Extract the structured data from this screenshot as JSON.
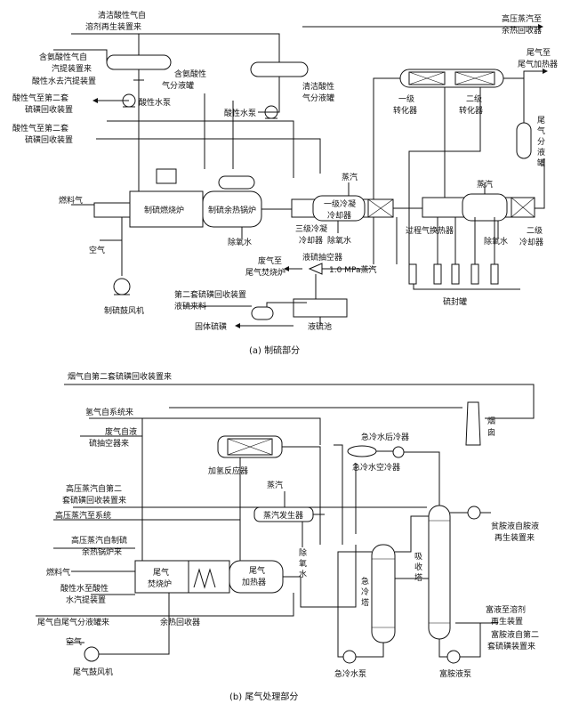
{
  "part_a": {
    "caption": "(a) 制硫部分",
    "labels": {
      "clean_acid_gas_line1": "清洁酸性气自",
      "clean_acid_gas_line2": "溶剂再生装置来",
      "ammonia_acid_in_line1": "含氨酸性气自",
      "ammonia_acid_in_line2": "汽提装置来",
      "acid_water_to_stripper": "酸性水去汽提装置",
      "ammonia_knockout_line1": "含氨酸性",
      "ammonia_knockout_line2": "气分液罐",
      "clean_knockout_line1": "清洁酸性",
      "clean_knockout_line2": "气分液罐",
      "acid_water_pump_1": "酸性水泵",
      "acid_water_pump_2": "酸性水泵",
      "to_second_sulfur_line1": "酸性气至第二套",
      "to_second_sulfur_line2": "硫磺回收装置",
      "from_second_sulfur_line1": "酸性气至第二套",
      "from_second_sulfur_line2": "硫磺回收装置",
      "fuel_gas": "燃料气",
      "air": "空气",
      "blower": "制硫鼓风机",
      "furnace": "制硫燃烧炉",
      "waste_heat_boiler": "制硫余热锅炉",
      "deoxy_water_1": "除氧水",
      "hp_steam_out_line1": "高压蒸汽至",
      "hp_steam_out_line2": "余热回收器",
      "tail_gas_to_heater_line1": "尾气至",
      "tail_gas_to_heater_line2": "尾气加热器",
      "first_converter_line1": "一级",
      "first_converter_line2": "转化器",
      "second_converter_line1": "二级",
      "second_converter_line2": "转化器",
      "tail_knockout_line1": "尾",
      "tail_knockout_line2": "气",
      "tail_knockout_line3": "分",
      "tail_knockout_line4": "液",
      "tail_knockout_line5": "罐",
      "steam_1": "蒸汽",
      "steam_2": "蒸汽",
      "first_cooler_line1": "一级冷凝",
      "first_cooler_line2": "冷却器",
      "third_cooler_line1": "三级冷凝",
      "third_cooler_line2": "冷却器",
      "deoxy_water_2": "除氧水",
      "deoxy_water_3": "除氧水",
      "process_exchanger": "过程气换热器",
      "second_cooler_line1": "二级",
      "second_cooler_line2": "冷却器",
      "exhaust_to_incinerator_line1": "废气至",
      "exhaust_to_incinerator_line2": "尾气焚烧炉",
      "liquid_sulfur_ejector": "液硫抽空器",
      "mp_steam": "1.0 MPa蒸汽",
      "second_unit_liquid_line1": "第二套硫磺回收装置",
      "second_unit_liquid_line2": "液硫来料",
      "sulfur_seal": "硫封罐",
      "solid_sulfur": "固体硫磺",
      "liquid_sulfur_pit": "液硫池"
    }
  },
  "part_b": {
    "caption": "(b) 尾气处理部分",
    "labels": {
      "flue_gas_from_second": "烟气自第二套硫磺回收装置来",
      "hydrogen_from_system": "氢气自系统来",
      "exhaust_from_ejector_line1": "废气自液",
      "exhaust_from_ejector_line2": "硫抽空器来",
      "hydrogenation_reactor": "加氢反应器",
      "chimney_line1": "烟",
      "chimney_line2": "囱",
      "quench_after_cooler": "急冷水后冷器",
      "quench_air_cooler": "急冷水空冷器",
      "hp_steam_from_second_line1": "高压蒸汽自第二",
      "hp_steam_from_second_line2": "套硫磺回收装置来",
      "hp_steam_to_system": "高压蒸汽至系统",
      "steam_b": "蒸汽",
      "steam_generator": "蒸汽发生器",
      "deoxy_water_b_line1": "除",
      "deoxy_water_b_line2": "氧",
      "deoxy_water_b_line3": "水",
      "lean_amine_line1": "贫胺液自胺液",
      "lean_amine_line2": "再生装置来",
      "hp_steam_from_boiler_line1": "高压蒸汽自制硫",
      "hp_steam_from_boiler_line2": "余热锅炉来",
      "fuel_gas_b": "燃料气",
      "acid_water_to_stripper_line1": "酸性水至酸性",
      "acid_water_to_stripper_line2": "水汽提装置",
      "incinerator_line1": "尾气",
      "incinerator_line2": "焚烧炉",
      "tail_heater_line1": "尾气",
      "tail_heater_line2": "加热器",
      "quench_tower_line1": "急",
      "quench_tower_line2": "冷",
      "quench_tower_line3": "塔",
      "absorber_line1": "吸",
      "absorber_line2": "收",
      "absorber_line3": "塔",
      "tail_gas_from_knockout": "尾气自尾气分液罐来",
      "waste_heat_recovery": "余热回收器",
      "rich_amine_out_line1": "富液至溶剂",
      "rich_amine_out_line2": "再生装置",
      "rich_amine_in_line1": "富胺液自第二",
      "rich_amine_in_line2": "套硫磺装置来",
      "air_b": "空气",
      "tail_blower": "尾气鼓风机",
      "quench_pump": "急冷水泵",
      "rich_amine_pump": "富胺液泵"
    }
  }
}
